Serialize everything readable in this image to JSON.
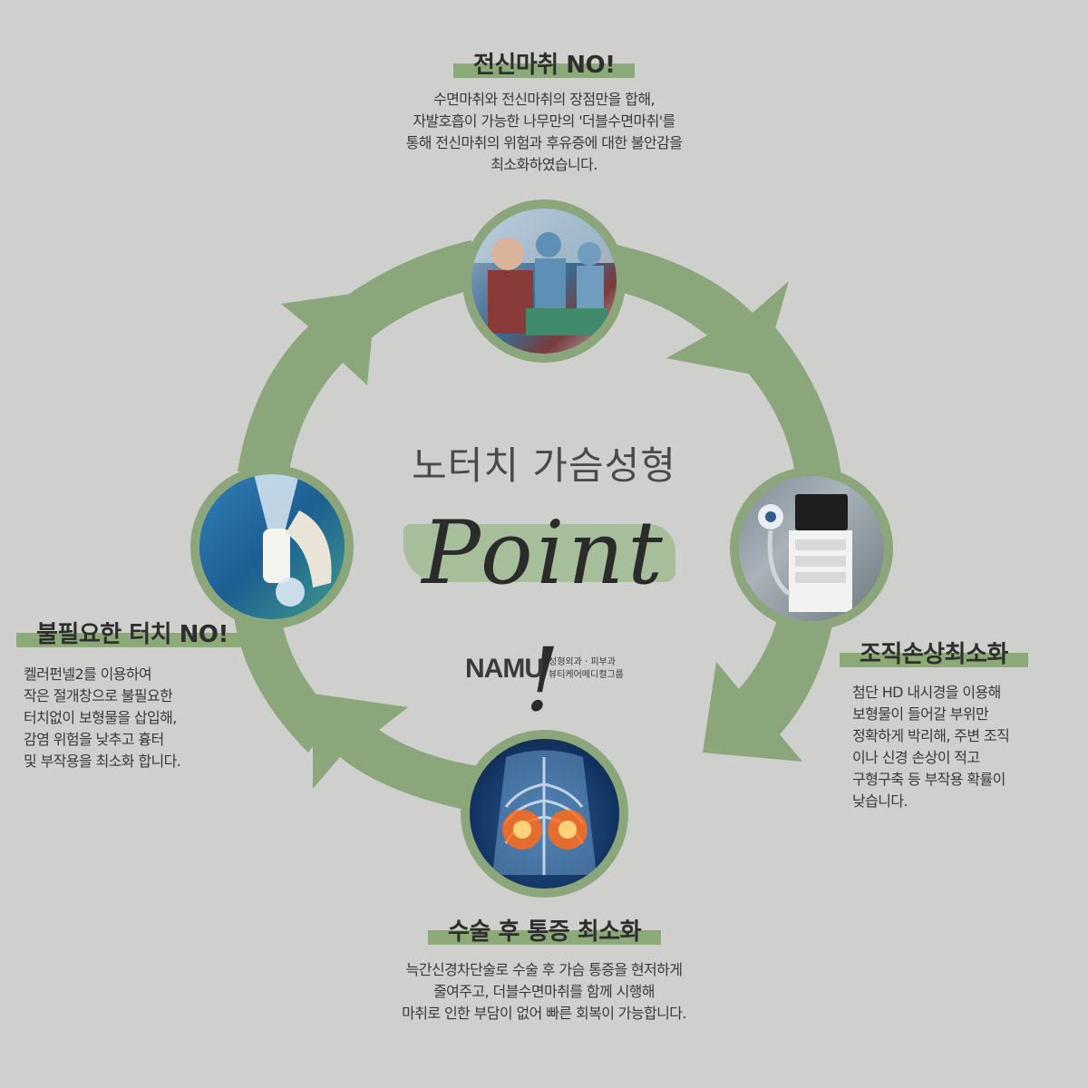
{
  "center": {
    "title": "노터치 가슴성형",
    "script_word": "Point !",
    "logo_name": "NAMU",
    "logo_sub1": "성형외과 · 피부과",
    "logo_sub2": "뷰티케어메디컬그룹"
  },
  "top": {
    "heading": "전신마취 NO!",
    "lines": [
      "수면마취와 전신마취의 장점만을 합해,",
      "자발호흡이 가능한 나무만의 '더블수면마취'를",
      "통해 전신마취의 위험과 후유증에 대한 불안감을",
      "최소화하였습니다."
    ]
  },
  "right": {
    "heading": "조직손상최소화",
    "lines": [
      "첨단 HD 내시경을 이용해",
      "보형물이 들어갈 부위만",
      "정확하게 박리해, 주변 조직",
      "이나 신경 손상이 적고",
      "구형구축 등 부작용 확률이",
      "낮습니다."
    ]
  },
  "bottom": {
    "heading": "수술 후 통증 최소화",
    "lines": [
      "늑간신경차단술로 수술 후 가슴 통증을 현저하게",
      "줄여주고, 더블수면마취를 함께 시행해",
      "마취로 인한 부담이 없어 빠른 회복이 가능합니다."
    ]
  },
  "left": {
    "heading": "불필요한 터치 NO!",
    "lines": [
      "켈러펀넬2를 이용하여",
      "작은 절개창으로 불필요한",
      "터치없이 보형물을 삽입해,",
      "감염 위험을 낮추고 흉터",
      "및 부작용을 최소화 합니다."
    ]
  },
  "colors": {
    "background": "#cfcfcd",
    "arrow_green": "#8ba67a",
    "highlight_green": "#8ca978",
    "text_dark": "#2e2e2e"
  }
}
